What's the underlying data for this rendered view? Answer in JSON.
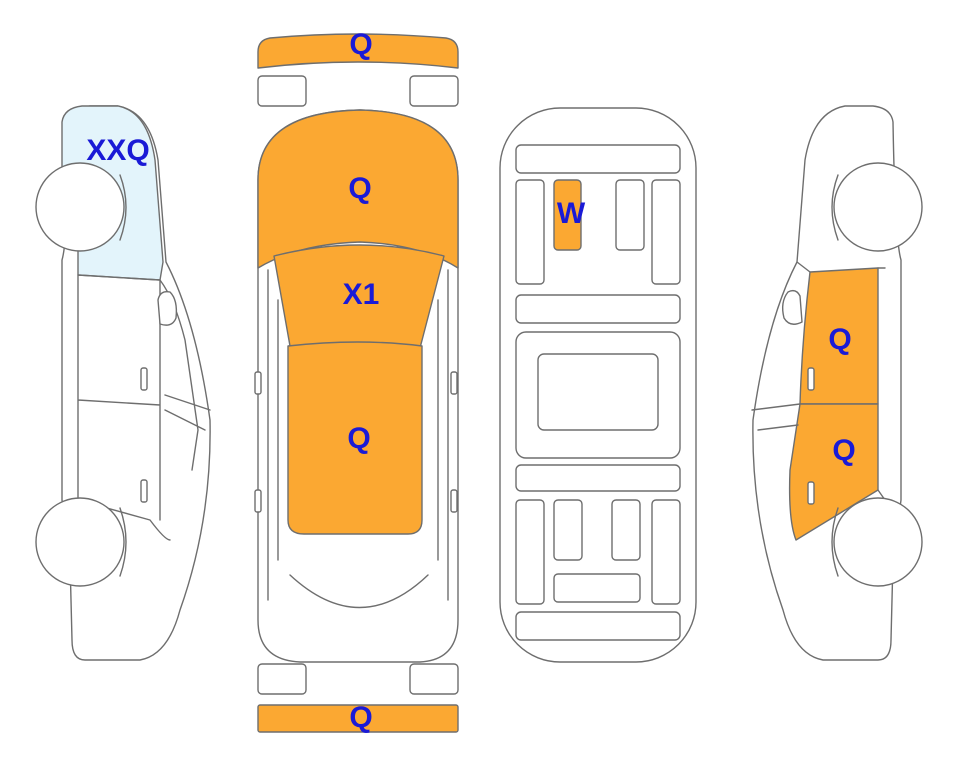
{
  "colors": {
    "damage": "#fba832",
    "glass_mark": "#e3f4fb",
    "outline": "#6e6e6e",
    "label": "#1a1ad6"
  },
  "codes": {
    "front_bumper": "Q",
    "hood": "Q",
    "windshield": "X1",
    "roof": "Q",
    "rear_bumper": "Q",
    "floor_panel": "W",
    "left_windshield_pillar": "XXQ",
    "right_front_door": "Q",
    "right_rear_door": "Q"
  }
}
